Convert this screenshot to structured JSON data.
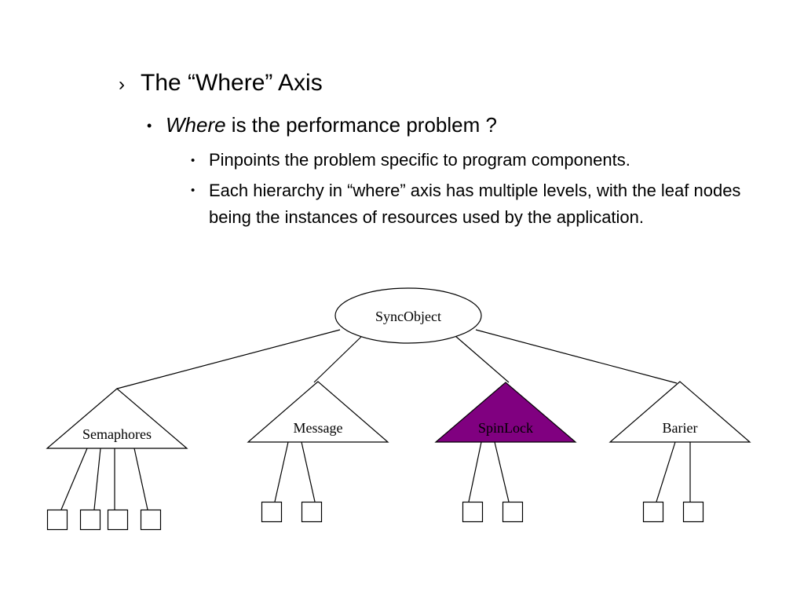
{
  "slide": {
    "heading": "The “Where” Axis",
    "heading_marker": "›",
    "subheading_italic": "Where",
    "subheading_rest": " is the performance problem ?",
    "bullet_marker": "•",
    "points": [
      "Pinpoints the problem specific to program components.",
      "Each hierarchy in “where” axis has multiple levels, with the leaf nodes being the instances of resources used by the application."
    ]
  },
  "tree": {
    "root": "SyncObject",
    "children": [
      {
        "label": "Semaphores",
        "leaf_count": 4,
        "highlighted": false
      },
      {
        "label": "Message",
        "leaf_count": 2,
        "highlighted": false
      },
      {
        "label": "SpinLock",
        "leaf_count": 2,
        "highlighted": true
      },
      {
        "label": "Barier",
        "leaf_count": 2,
        "highlighted": false
      }
    ],
    "colors": {
      "highlight": "#800080",
      "stroke": "#000000",
      "fill": "#ffffff"
    }
  }
}
